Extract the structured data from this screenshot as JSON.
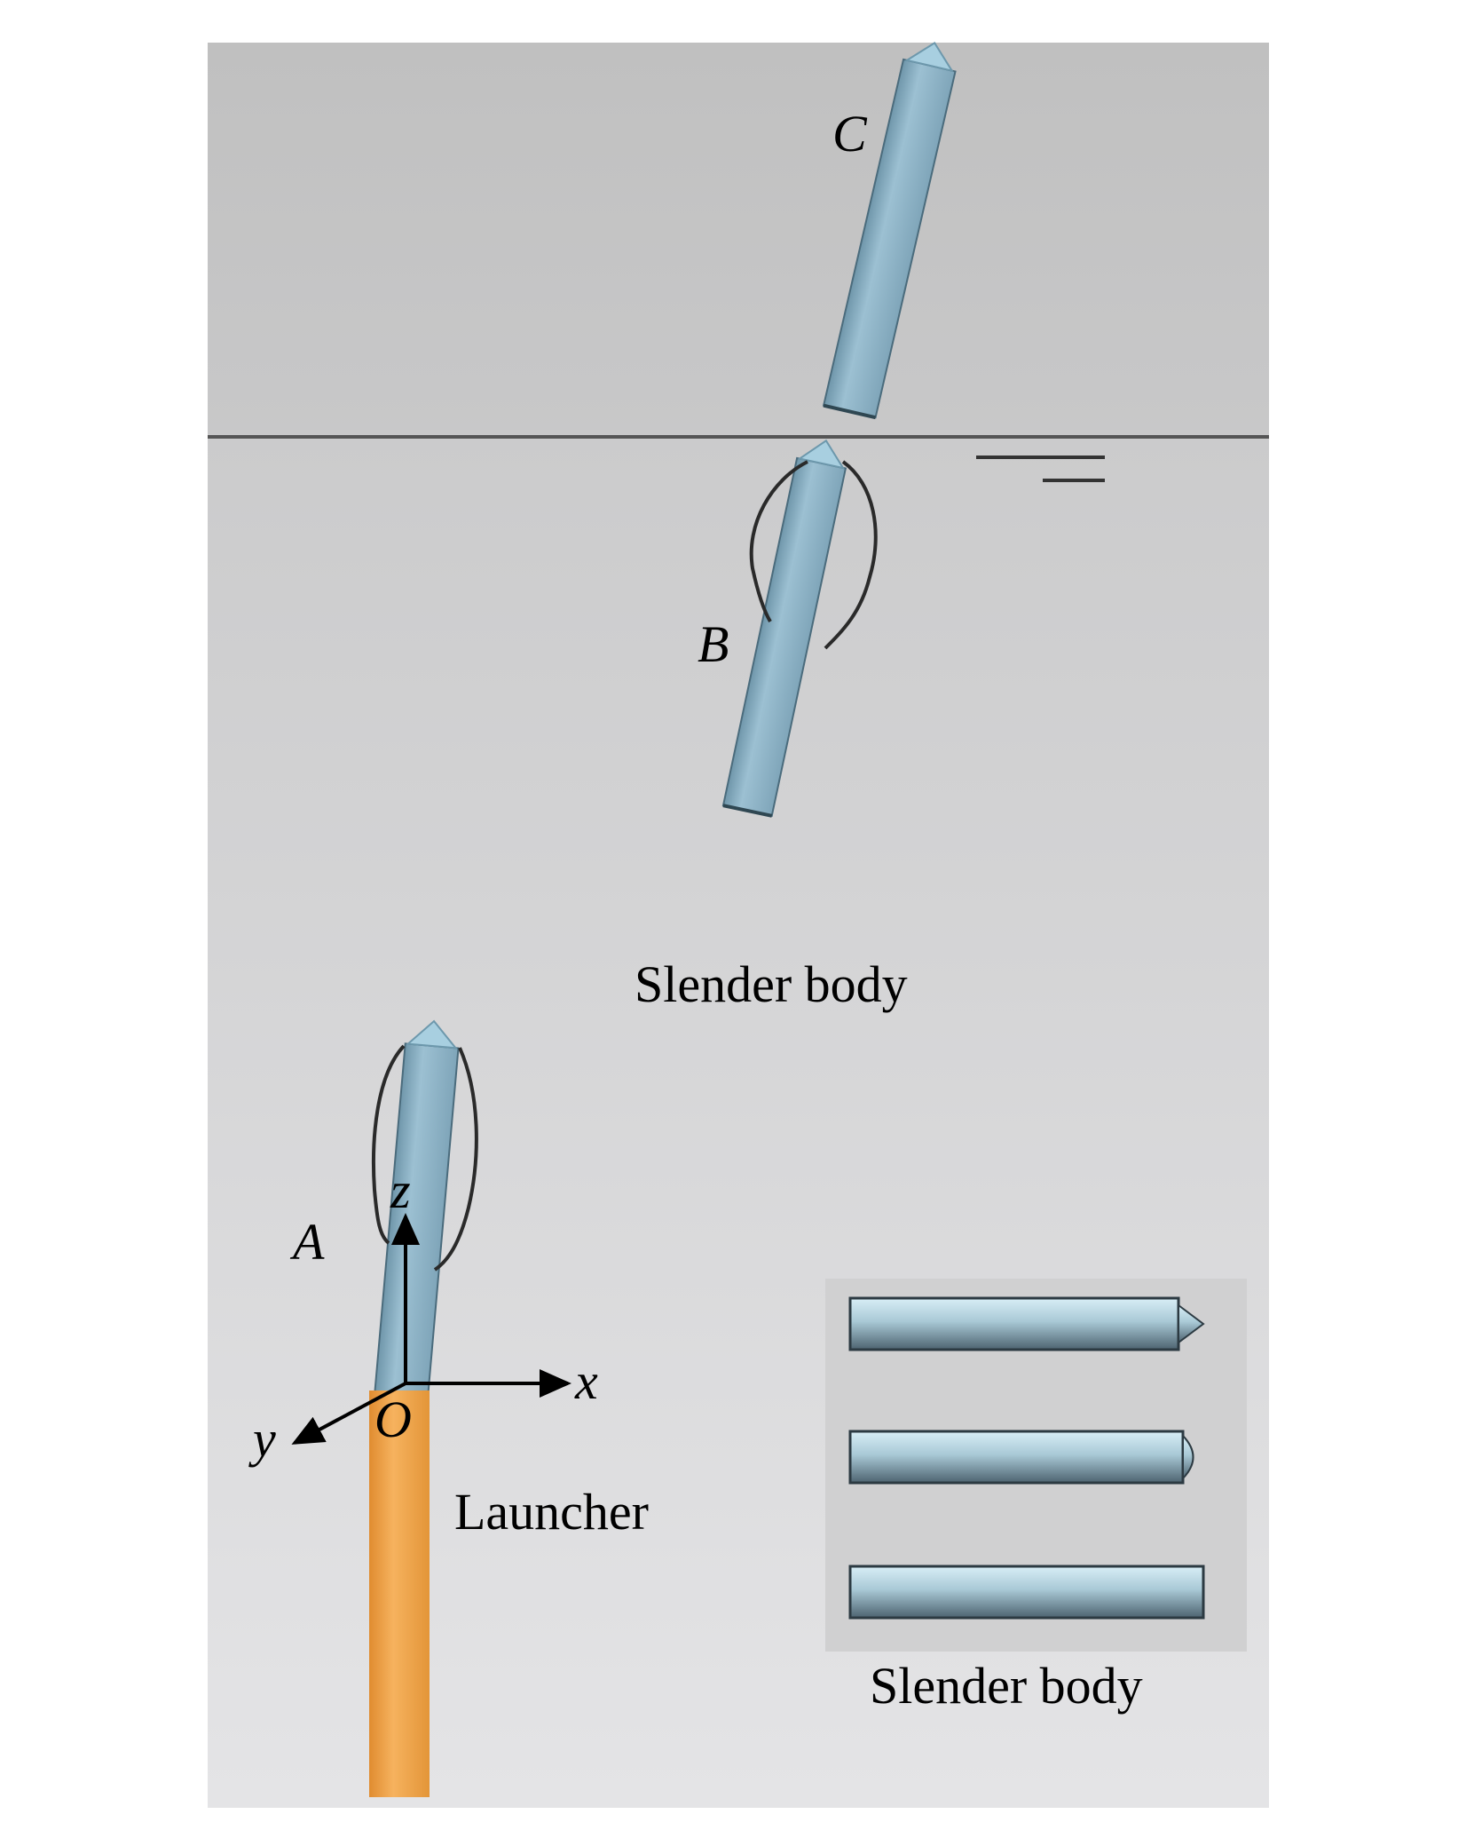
{
  "labels": {
    "position_a": "A",
    "position_b": "B",
    "position_c": "C",
    "axis_x": "x",
    "axis_y": "y",
    "axis_z": "z",
    "origin": "O",
    "launcher": "Launcher",
    "slender_body_main": "Slender body",
    "slender_body_inset": "Slender body"
  },
  "inset": {
    "nose_shapes": [
      "cone",
      "hemisphere",
      "flat"
    ]
  },
  "colors": {
    "body": "#8fb4c8",
    "body_dark": "#5f8497",
    "launcher": "#f0a24a",
    "cavity_outline": "#2a2a2a",
    "air_region": "#c4c4c4",
    "water_region": "#dcdcde",
    "free_surface": "#555555"
  }
}
